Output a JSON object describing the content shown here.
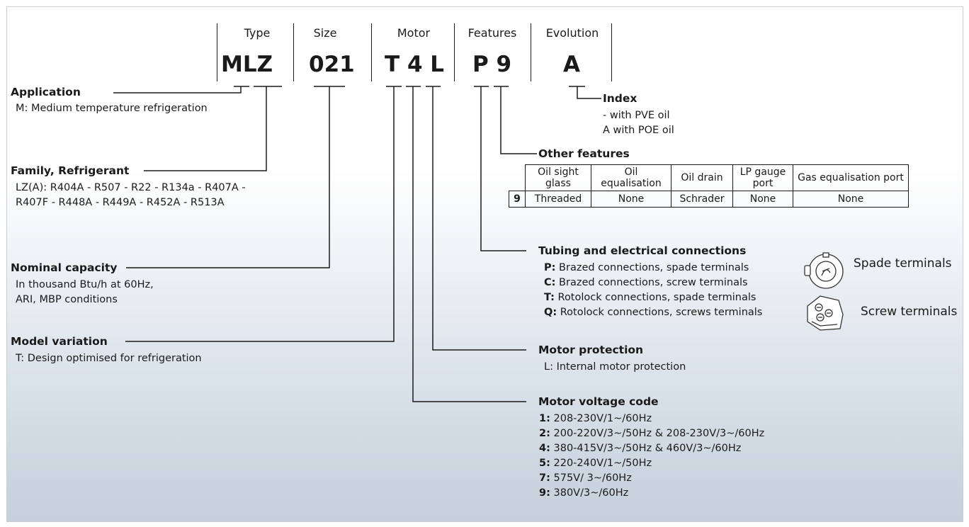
{
  "header": {
    "columns": [
      {
        "label": "Type",
        "code": "MLZ"
      },
      {
        "label": "Size",
        "code": "021"
      },
      {
        "label": "Motor",
        "code": "T 4 L"
      },
      {
        "label": "Features",
        "code": "P 9"
      },
      {
        "label": "Evolution",
        "code": "A"
      }
    ]
  },
  "application": {
    "title": "Application",
    "lines": [
      "M: Medium temperature refrigeration"
    ]
  },
  "family": {
    "title": "Family, Refrigerant",
    "lines": [
      "LZ(A): R404A - R507 - R22 - R134a - R407A -",
      "R407F - R448A - R449A - R452A - R513A"
    ]
  },
  "capacity": {
    "title": "Nominal capacity",
    "lines": [
      "In thousand Btu/h at 60Hz,",
      "ARI, MBP conditions"
    ]
  },
  "model": {
    "title": "Model variation",
    "lines": [
      "T: Design optimised for refrigeration"
    ]
  },
  "index": {
    "title": "Index",
    "lines": [
      "- with PVE oil",
      "A with POE oil"
    ]
  },
  "other_features": {
    "title": "Other features",
    "table": {
      "headers": [
        "Oil sight glass",
        "Oil equalisation",
        "Oil drain",
        "LP gauge port",
        "Gas equalisation port"
      ],
      "rows": [
        {
          "code": "9",
          "cells": [
            "Threaded",
            "None",
            "Schrader",
            "None",
            "None"
          ]
        }
      ]
    }
  },
  "tubing": {
    "title": "Tubing and electrical connections",
    "options": [
      {
        "code": "P:",
        "text": " Brazed connections, spade terminals"
      },
      {
        "code": "C:",
        "text": " Brazed connections, screw terminals"
      },
      {
        "code": "T:",
        "text": " Rotolock connections, spade terminals"
      },
      {
        "code": "Q:",
        "text": " Rotolock connections, screws terminals"
      }
    ]
  },
  "terminals": {
    "spade_label": "Spade terminals",
    "screw_label": "Screw terminals"
  },
  "motor_protection": {
    "title": "Motor protection",
    "lines": [
      "L: Internal motor protection"
    ]
  },
  "voltage": {
    "title": "Motor voltage code",
    "options": [
      {
        "code": "1:",
        "text": " 208-230V/1~/60Hz"
      },
      {
        "code": "2:",
        "text": " 200-220V/3~/50Hz & 208-230V/3~/60Hz"
      },
      {
        "code": "4:",
        "text": " 380-415V/3~/50Hz & 460V/3~/60Hz"
      },
      {
        "code": "5:",
        "text": " 220-240V/1~/50Hz"
      },
      {
        "code": "7:",
        "text": " 575V/ 3~/60Hz"
      },
      {
        "code": "9:",
        "text": " 380V/3~/60Hz"
      }
    ]
  }
}
